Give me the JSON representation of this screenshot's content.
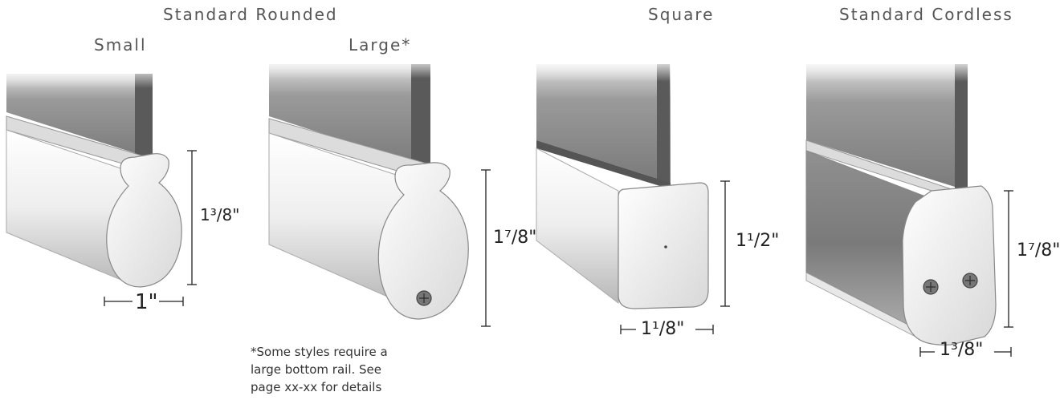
{
  "headings": {
    "standard_rounded": "Standard Rounded",
    "small": "Small",
    "large": "Large*",
    "square": "Square",
    "standard_cordless": "Standard Cordless"
  },
  "dimensions": {
    "small_height": "1³/8\"",
    "small_width": "1\"",
    "large_height": "1⁷/8\"",
    "square_height": "1¹/2\"",
    "square_width": "1¹/8\"",
    "cordless_height": "1⁷/8\"",
    "cordless_width": "1³/8\""
  },
  "note_lines": [
    "*Some styles require a",
    "large bottom rail. See",
    "page xx-xx for details"
  ]
}
